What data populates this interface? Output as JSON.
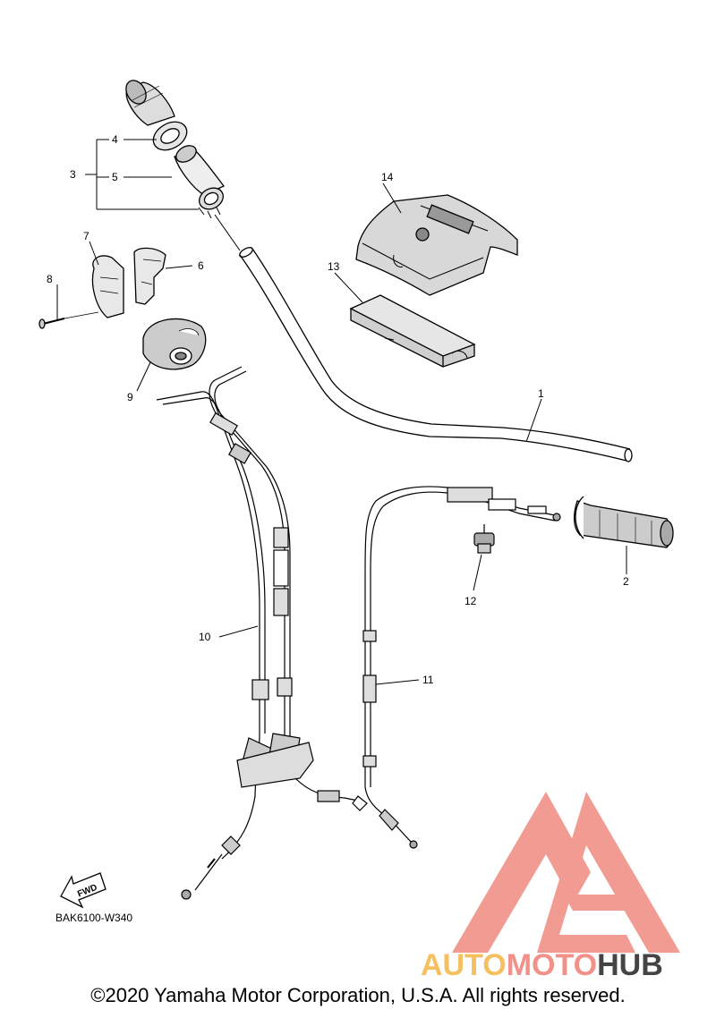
{
  "diagram": {
    "callouts": {
      "c1": "1",
      "c2": "2",
      "c3": "3",
      "c4": "4",
      "c5": "5",
      "c6": "6",
      "c7": "7",
      "c8": "8",
      "c9": "9",
      "c10": "10",
      "c11": "11",
      "c12": "12",
      "c13": "13",
      "c14": "14"
    },
    "fwd_arrow_label": "FWD",
    "diagram_code": "BAK6100-W340"
  },
  "watermark": {
    "brand_part1": "AUTO",
    "brand_part2": "MOTO",
    "brand_part3": "HUB",
    "colors": {
      "logo_red": "#f08a80",
      "part1": "#f5c060",
      "part2": "#f2908a",
      "part3": "#444444"
    }
  },
  "footer": {
    "copyright": "©2020 Yamaha Motor Corporation, U.S.A. All rights reserved."
  }
}
